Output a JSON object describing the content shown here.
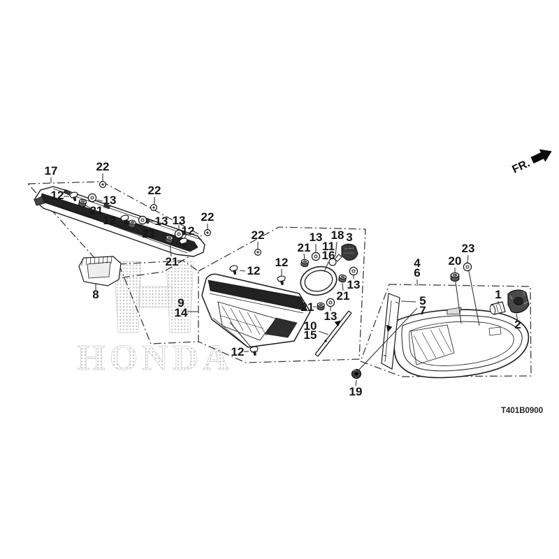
{
  "header": {
    "direction_label": "FR."
  },
  "footer": {
    "diagram_code": "T401B0900"
  },
  "watermark": {
    "wordmark": "HONDA"
  },
  "callouts": [
    {
      "label": "17"
    },
    {
      "label": "22"
    },
    {
      "label": "12"
    },
    {
      "label": "13"
    },
    {
      "label": "21"
    },
    {
      "label": "22"
    },
    {
      "label": "12"
    },
    {
      "label": "13"
    },
    {
      "label": "21"
    },
    {
      "label": "13"
    },
    {
      "label": "12"
    },
    {
      "label": "22"
    },
    {
      "label": "21"
    },
    {
      "label": "8"
    },
    {
      "label": "9"
    },
    {
      "label": "14"
    },
    {
      "label": "22"
    },
    {
      "label": "12"
    },
    {
      "label": "12"
    },
    {
      "label": "21"
    },
    {
      "label": "13"
    },
    {
      "label": "11"
    },
    {
      "label": "16"
    },
    {
      "label": "18"
    },
    {
      "label": "3"
    },
    {
      "label": "13"
    },
    {
      "label": "21"
    },
    {
      "label": "21"
    },
    {
      "label": "13"
    },
    {
      "label": "10"
    },
    {
      "label": "15"
    },
    {
      "label": "12"
    },
    {
      "label": "19"
    },
    {
      "label": "4"
    },
    {
      "label": "6"
    },
    {
      "label": "5"
    },
    {
      "label": "7"
    },
    {
      "label": "23"
    },
    {
      "label": "20"
    },
    {
      "label": "1"
    },
    {
      "label": "2"
    }
  ]
}
